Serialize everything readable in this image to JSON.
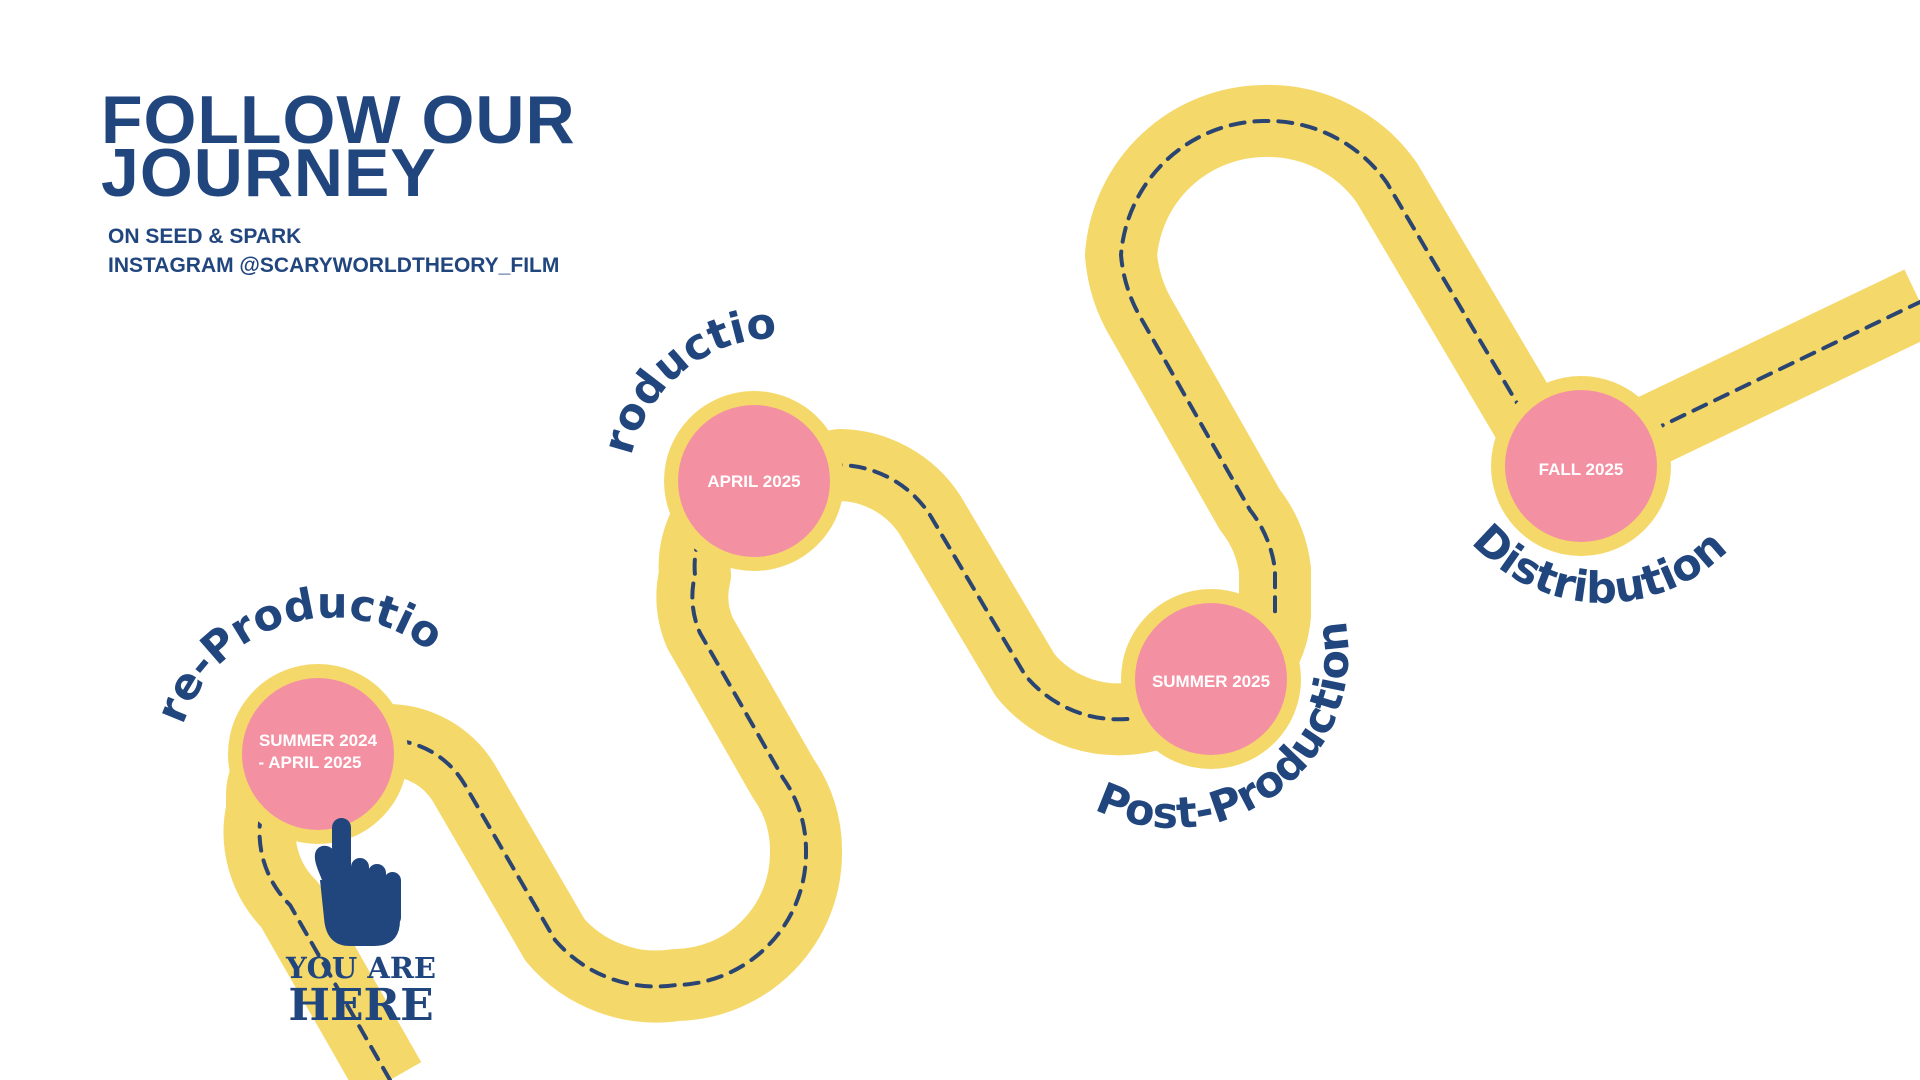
{
  "header": {
    "title_line1": "FOLLOW OUR",
    "title_line2": "JOURNEY",
    "subtitle_line1": "ON SEED & SPARK",
    "subtitle_line2": "INSTAGRAM @SCARYWORLDTHEORY_FILM"
  },
  "colors": {
    "road": "#f5d86a",
    "road_dash": "#2b4572",
    "milestone_fill": "#f391a3",
    "milestone_ring": "#f5d86a",
    "text": "#21467e"
  },
  "milestones": [
    {
      "stage": "Pre-Production",
      "date_line1": "SUMMER 2024",
      "date_line2": "- APRIL 2025"
    },
    {
      "stage": "Production",
      "date_line1": "APRIL 2025",
      "date_line2": ""
    },
    {
      "stage": "Post-Production",
      "date_line1": "SUMMER 2025",
      "date_line2": ""
    },
    {
      "stage": "Distribution",
      "date_line1": "FALL 2025",
      "date_line2": ""
    }
  ],
  "marker": {
    "icon": "pointing-hand-icon",
    "line1": "YOU ARE",
    "line2": "HERE"
  }
}
